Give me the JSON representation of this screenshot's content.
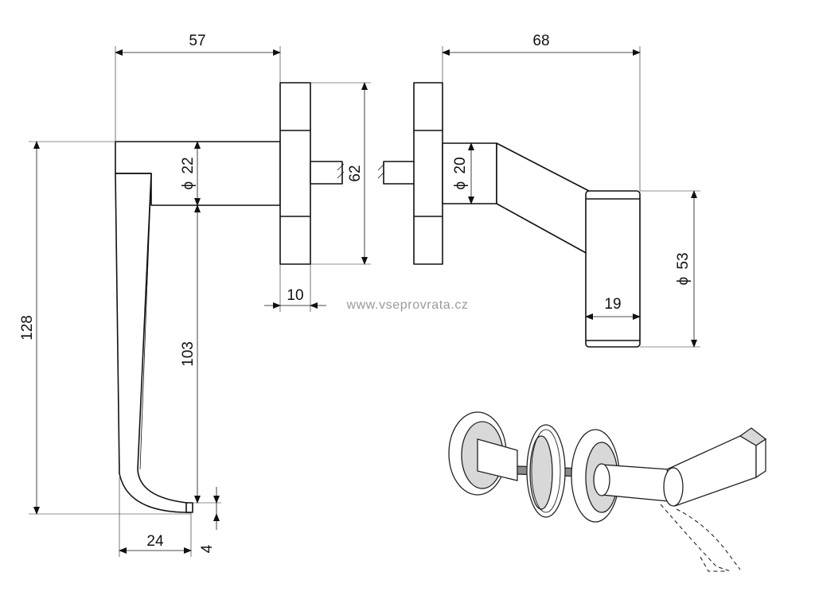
{
  "drawing": {
    "watermark": "www.vseprovrata.cz",
    "dimensions": {
      "lever_length": "57",
      "knob_length": "68",
      "total_height": "128",
      "grip_height": "103",
      "rose_diameter_label": "22",
      "knob_neck_diameter_label": "20",
      "rose_height": "62",
      "rose_thickness": "10",
      "base_width": "19",
      "base_diameter_label": "53",
      "handle_bottom_width": "24",
      "tip_height": "4"
    },
    "symbols": {
      "diameter": "ϕ"
    }
  }
}
